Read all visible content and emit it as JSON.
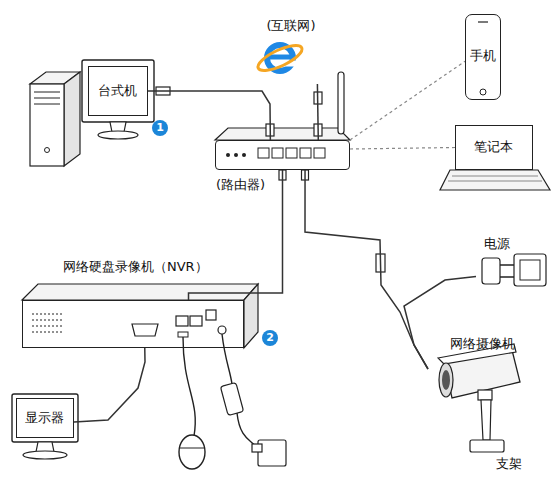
{
  "diagram": {
    "nodes": [
      {
        "text": [
          "(互联网)"
        ]
      },
      {
        "text": [
          "台式机"
        ]
      },
      {
        "text": [
          "手机"
        ]
      },
      {
        "text": [
          "(路由器)"
        ]
      },
      {
        "text": [
          "笔记本"
        ]
      },
      {
        "text": [
          "电源"
        ]
      },
      {
        "text": [
          "网络硬盘录像机（NVR）"
        ]
      },
      {
        "text": [
          "网络摄像机"
        ]
      },
      {
        "text": [
          "显示器"
        ]
      }
    ],
    "edges": [
      {
        "from": 1,
        "to": 3,
        "arrow": "none"
      },
      {
        "from": 0,
        "to": 3,
        "arrow": "none"
      },
      {
        "from": 3,
        "to": 2,
        "arrow": "none"
      },
      {
        "from": 3,
        "to": 4,
        "arrow": "none"
      },
      {
        "from": 6,
        "to": 3,
        "arrow": "none"
      },
      {
        "from": 7,
        "to": 3,
        "arrow": "none"
      },
      {
        "from": 5,
        "to": 7,
        "arrow": "none"
      },
      {
        "from": 8,
        "to": 6,
        "arrow": "none"
      }
    ],
    "labels": [
      "1",
      "2",
      "支架"
    ]
  }
}
